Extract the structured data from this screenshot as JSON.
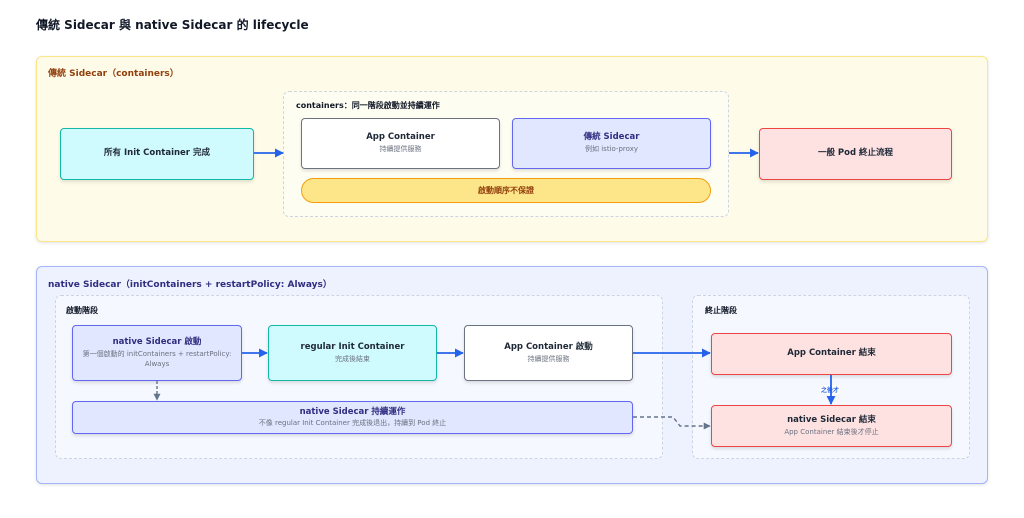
{
  "title": "傳統 Sidecar 與 native Sidecar 的 lifecycle",
  "traditional": {
    "title": "傳統 Sidecar（containers）",
    "init_done": "所有 Init Container 完成",
    "group_label": "containers：同一階段啟動並持續運作",
    "app": {
      "title": "App Container",
      "subtitle": "持續提供服務"
    },
    "sidecar": {
      "title": "傳統 Sidecar",
      "subtitle": "例如 istio-proxy"
    },
    "order_note": "啟動順序不保證",
    "pod_end": "一般 Pod 終止流程"
  },
  "native": {
    "title": "native Sidecar（initContainers + restartPolicy: Always）",
    "start_phase": {
      "label": "啟動階段",
      "sidecar_start": {
        "title": "native Sidecar 啟動",
        "subtitle": "第一個啟動的 initContainers + restartPolicy: Always"
      },
      "regular_init": {
        "title": "regular Init Container",
        "subtitle": "完成後結束"
      },
      "app_start": {
        "title": "App Container 啟動",
        "subtitle": "持續提供服務"
      },
      "sidecar_running": {
        "title": "native Sidecar 持續運作",
        "subtitle": "不像 regular Init Container 完成後退出，持續到 Pod 終止"
      }
    },
    "stop_phase": {
      "label": "終止階段",
      "app_end": {
        "title": "App Container 結束"
      },
      "edge_label": "之後才",
      "sidecar_end": {
        "title": "native Sidecar 結束",
        "subtitle": "App Container 結束後才停止"
      }
    }
  },
  "colors": {
    "arrow": "#2563eb",
    "dashed_arrow": "#64748b",
    "traditional_bg": "#fefce8",
    "native_bg": "#eef2ff"
  }
}
